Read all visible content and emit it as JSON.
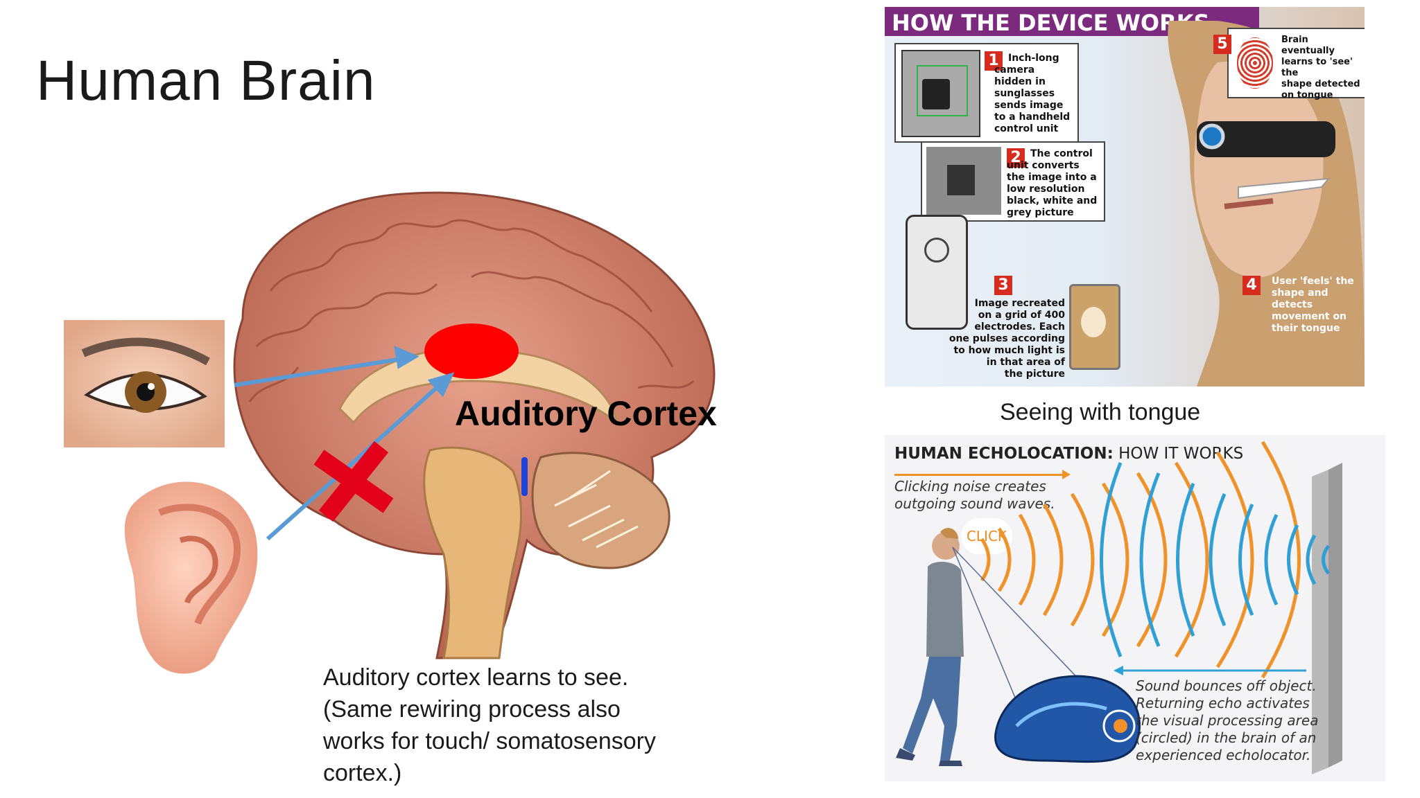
{
  "slide": {
    "title": "Human Brain",
    "brain_label": "Auditory Cortex",
    "caption_lines": [
      "Auditory cortex learns to see.",
      "(Same rewiring process also",
      "works for touch/ somatosensory",
      "cortex.)"
    ],
    "tongue_caption": "Seeing with tongue"
  },
  "device": {
    "header": "HOW THE DEVICE WORKS",
    "steps": [
      {
        "num": "1",
        "text": "Inch-long\ncamera\nhidden in\nsunglasses\nsends image\nto a handheld\ncontrol unit"
      },
      {
        "num": "2",
        "text": "The control\nunit converts\nthe image into a\nlow resolution\nblack, white and\ngrey picture"
      },
      {
        "num": "3",
        "text": "Image recreated\non a grid of 400\nelectrodes. Each\none pulses according\nto how much light is\nin that area of\nthe picture"
      },
      {
        "num": "4",
        "text": "User 'feels' the\nshape and detects\nmovement on\ntheir tongue"
      },
      {
        "num": "5",
        "text": "Brain eventually\nlearns to 'see' the\nshape detected\non tongue"
      }
    ]
  },
  "echo": {
    "title_bold": "HUMAN ECHOLOCATION:",
    "title_rest": " HOW IT WORKS",
    "outgoing": "Clicking noise creates\noutgoing sound waves.",
    "click": "CLICK",
    "bounce_lines": [
      "Sound bounces off object.",
      "Returning echo activates",
      "the visual processing area",
      "(circled) in the brain of an",
      "experienced echolocator."
    ],
    "colors": {
      "outgoing": "#f0922a",
      "returning": "#2f9fd6"
    }
  },
  "colors": {
    "highlight": "#ff0000",
    "arrow": "#5b9bd5",
    "cross": "#e3001b"
  }
}
